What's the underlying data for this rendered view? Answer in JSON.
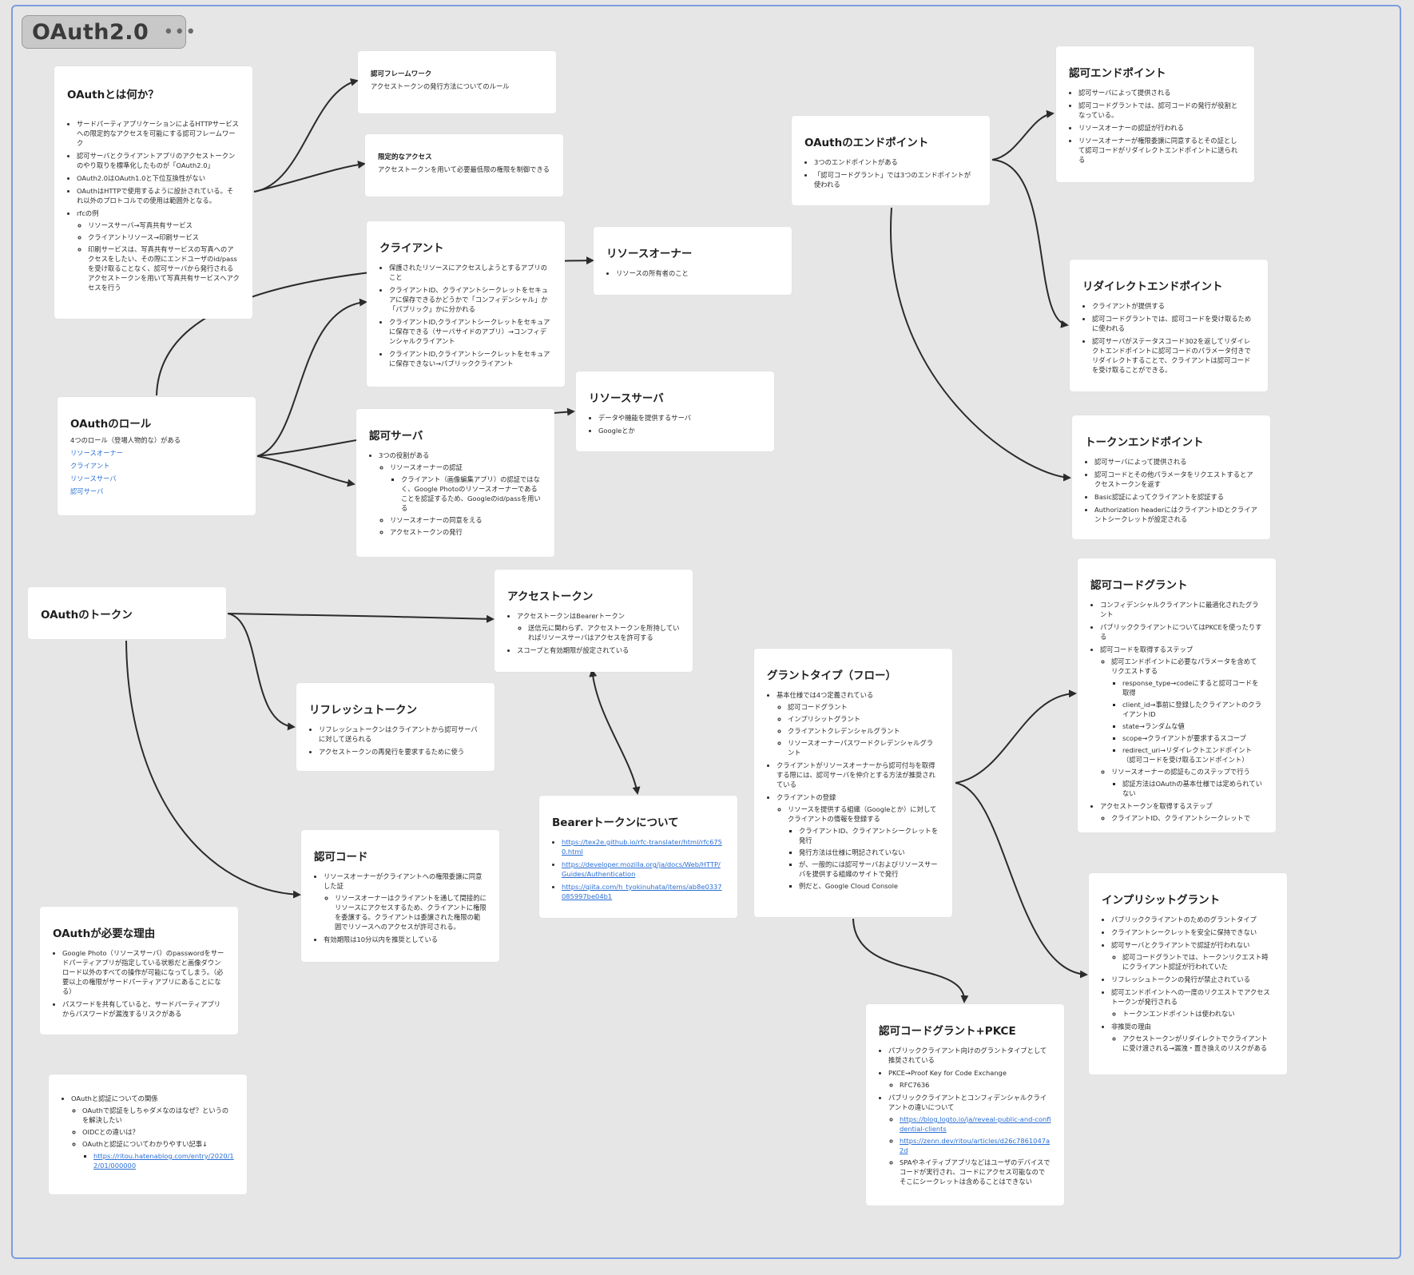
{
  "board": {
    "title": "OAuth2.0",
    "more": "•••"
  },
  "cards": {
    "what": {
      "title": "OAuthとは何か？",
      "items": [
        "サードパーティアプリケーションによるHTTPサービスへの限定的なアクセスを可能にする認可フレームワーク",
        "認可サーバとクライアントアプリのアクセストークンのやり取りを標準化したものが「OAuth2.0」",
        "OAuth2.0はOAuth1.0と下位互換性がない",
        "OAuthはHTTPで使用するように設計されている。それ以外のプロトコルでの使用は範囲外となる。",
        "rfcの例"
      ],
      "sub": [
        "リソースサーバ→写真共有サービス",
        "クライアントリソース→印刷サービス",
        "印刷サービスは、写真共有サービスの写真へのアクセスをしたい、その際にエンドユーザのid/passを受け取ることなく、認可サーバから発行されるアクセストークンを用いて写真共有サービスへアクセスを行う"
      ]
    },
    "framework": {
      "title": "認可フレームワーク",
      "text": "アクセストークンの発行方法についてのルール"
    },
    "limited": {
      "title": "限定的なアクセス",
      "text": "アクセストークンを用いて必要最低限の権限を制御できる"
    },
    "client": {
      "title": "クライアント",
      "items": [
        "保護されたリソースにアクセスしようとするアプリのこと",
        "クライアントID、クライアントシークレットをセキュアに保存できるかどうかで「コンフィデンシャル」か「パブリック」かに分かれる",
        "クライアントID,クライアントシークレットをセキュアに保存できる（サーバサイドのアプリ）→コンフィデンシャルクライアント",
        "クライアントID,クライアントシークレットをセキュアに保存できない→パブリッククライアント"
      ]
    },
    "owner": {
      "title": "リソースオーナー",
      "items": [
        "リソースの所有者のこと"
      ]
    },
    "rserver": {
      "title": "リソースサーバ",
      "items": [
        "データや機能を提供するサーバ",
        "Googleとか"
      ]
    },
    "roles": {
      "title": "OAuthのロール",
      "text": "4つのロール（登場人物的な）がある",
      "links": [
        "リソースオーナー",
        "クライアント",
        "リソースサーバ",
        "認可サーバ"
      ]
    },
    "authserver": {
      "title": "認可サーバ",
      "items": [
        "3つの役割がある"
      ],
      "sub": [
        "リソースオーナーの認証",
        "リソースオーナーの同意をえる",
        "アクセストークンの発行"
      ],
      "subsub": [
        "クライアント（画像編集アプリ）の認証ではなく、Google Photoのリソースオーナーであることを認証するため、Googleのid/passを用いる"
      ]
    },
    "endpoints": {
      "title": "OAuthのエンドポイント",
      "items": [
        "3つのエンドポイントがある",
        "「認可コードグラント」では3つのエンドポイントが使われる"
      ]
    },
    "authep": {
      "title": "認可エンドポイント",
      "items": [
        "認可サーバによって提供される",
        "認可コードグラントでは、認可コードの発行が役割となっている。",
        "リソースオーナーの認証が行われる",
        "リソースオーナーが権限委譲に同意するとその証として認可コードがリダイレクトエンドポイントに送られる"
      ]
    },
    "redirectep": {
      "title": "リダイレクトエンドポイント",
      "items": [
        "クライアントが提供する",
        "認可コードグラントでは、認可コードを受け取るために使われる",
        "認可サーバがステータスコード302を返してリダイレクトエンドポイントに認可コードのパラメータ付きでリダイレクトすることで、クライアントは認可コードを受け取ることができる。"
      ]
    },
    "tokenep": {
      "title": "トークンエンドポイント",
      "items": [
        "認可サーバによって提供される",
        "認可コードとその他パラメータをリクエストするとアクセストークンを返す",
        "Basic認証によってクライアントを認証する",
        "Authorization headerにはクライアントIDとクライアントシークレットが設定される"
      ]
    },
    "tokens": {
      "title": "OAuthのトークン"
    },
    "access": {
      "title": "アクセストークン",
      "items": [
        "アクセストークンはBearerトークン",
        "スコープと有効期限が設定されている"
      ],
      "sub": [
        "送信元に関わらず、アクセストークンを所持していればリソースサーバはアクセスを許可する"
      ]
    },
    "refresh": {
      "title": "リフレッシュトークン",
      "items": [
        "リフレッシュトークンはクライアントから認可サーバに対して送られる",
        "アクセストークンの再発行を要求するために使う"
      ]
    },
    "bearer": {
      "title": "Bearerトークンについて",
      "links": [
        "https://tex2e.github.io/rfc-translater/html/rfc6750.html",
        "https://developer.mozilla.org/ja/docs/Web/HTTP/Guides/Authentication",
        "https://qiita.com/h_tyokinuhata/items/ab8e0337085997be04b1"
      ]
    },
    "code": {
      "title": "認可コード",
      "items": [
        "リソースオーナーがクライアントへの権限委譲に同意した証",
        "有効期限は10分以内を推奨としている"
      ],
      "sub": [
        "リソースオーナーはクライアントを通して間接的にリソースにアクセスするため、クライアントに権限を委譲する。クライアントは委譲された権限の範囲でリソースへのアクセスが許可される。"
      ]
    },
    "why": {
      "title": "OAuthが必要な理由",
      "items": [
        "Google Photo（リソースサーバ）のpasswordをサードパーティアプリが指定している状態だと画像ダウンロード以外のすべての操作が可能になってしまう。（必要以上の権限がサードパーティアプリにあることになる）",
        "パスワードを共有していると、サードパーティアプリからパスワードが漏洩するリスクがある"
      ]
    },
    "relation": {
      "items": [
        "OAuthと認証についての関係"
      ],
      "sub": [
        "OAuthで認証をしちゃダメなのはなぜ？というのを解決したい",
        "OIDCとの違いは？",
        "OAuthと認証についてわかりやすい記事↓"
      ],
      "link": "https://ritou.hatenablog.com/entry/2020/12/01/000000"
    },
    "grant": {
      "title": "グラントタイプ（フロー）",
      "items": [
        "基本仕様では4つ定義されている",
        "クライアントがリソースオーナーから認可付与を取得する際には、認可サーバを仲介とする方法が推奨されている",
        "クライアントの登録"
      ],
      "sub1": [
        "認可コードグラント",
        "インプリシットグラント",
        "クライアントクレデンシャルグラント",
        "リソースオーナーパスワードクレデンシャルグラント"
      ],
      "sub3": [
        "リソースを提供する組織（Googleとか）に対してクライアントの情報を登録する"
      ],
      "sub3b": [
        "クライアントID、クライアントシークレットを発行",
        "発行方法は仕様に明記されていない",
        "が、一般的には認可サーバおよびリソースサーバを提供する組織のサイトで発行",
        "例だと、Google Cloud Console"
      ]
    },
    "acg": {
      "title": "認可コードグラント",
      "items": [
        "コンフィデンシャルクライアントに最適化されたグラント",
        "パブリッククライアントについてはPKCEを使ったりする",
        "認可コードを取得するステップ",
        "アクセストークンを取得するステップ"
      ],
      "sub1": [
        "認可エンドポイントに必要なパラメータを含めてリクエストする",
        "リソースオーナーの認証もこのステップで行う"
      ],
      "sub1a": [
        "response_type→codeにすると認可コードを取得",
        "client_id→事前に登録したクライアントのクライアントID",
        "state→ランダムな値",
        "scope→クライアントが要求するスコープ",
        "redirect_uri→リダイレクトエンドポイント（認可コードを受け取るエンドポイント）"
      ],
      "sub1b": [
        "認証方法はOAuthの基本仕様では定められていない"
      ],
      "sub2": [
        "クライアントID、クライアントシークレットで"
      ]
    },
    "implicit": {
      "title": "インプリシットグラント",
      "items": [
        "パブリッククライアントのためのグラントタイプ",
        "クライアントシークレットを安全に保持できない",
        "認可サーバとクライアントで認証が行われない",
        "リフレッシュトークンの発行が禁止されている",
        "認可エンドポイントへの一度のリクエストでアクセストークンが発行される",
        "非推奨の理由"
      ],
      "sub_a": [
        "認可コードグラントでは、トークンリクエスト時にクライアント認証が行われていた"
      ],
      "sub_b": [
        "トークンエンドポイントは使われない"
      ],
      "sub_c": [
        "アクセストークンがリダイレクトでクライアントに受け渡される→漏洩・置き換えのリスクがある"
      ]
    },
    "pkce": {
      "title": "認可コードグラント+PKCE",
      "items": [
        "パブリッククライアント向けのグラントタイプとして推奨されている",
        "PKCE→Proof Key for Code Exchange",
        "パブリッククライアントとコンフィデンシャルクライアントの違いについて"
      ],
      "sub_a": [
        "RFC7636"
      ],
      "links": [
        "https://blog.logto.io/ja/reveal-public-and-confidential-clients",
        "https://zenn.dev/ritou/articles/d26c7861047a2d"
      ],
      "note": "SPAやネイティブアプリなどはユーザのデバイスでコードが実行され、コードにアクセス可能なのでそこにシークレットは含めることはできない"
    }
  }
}
